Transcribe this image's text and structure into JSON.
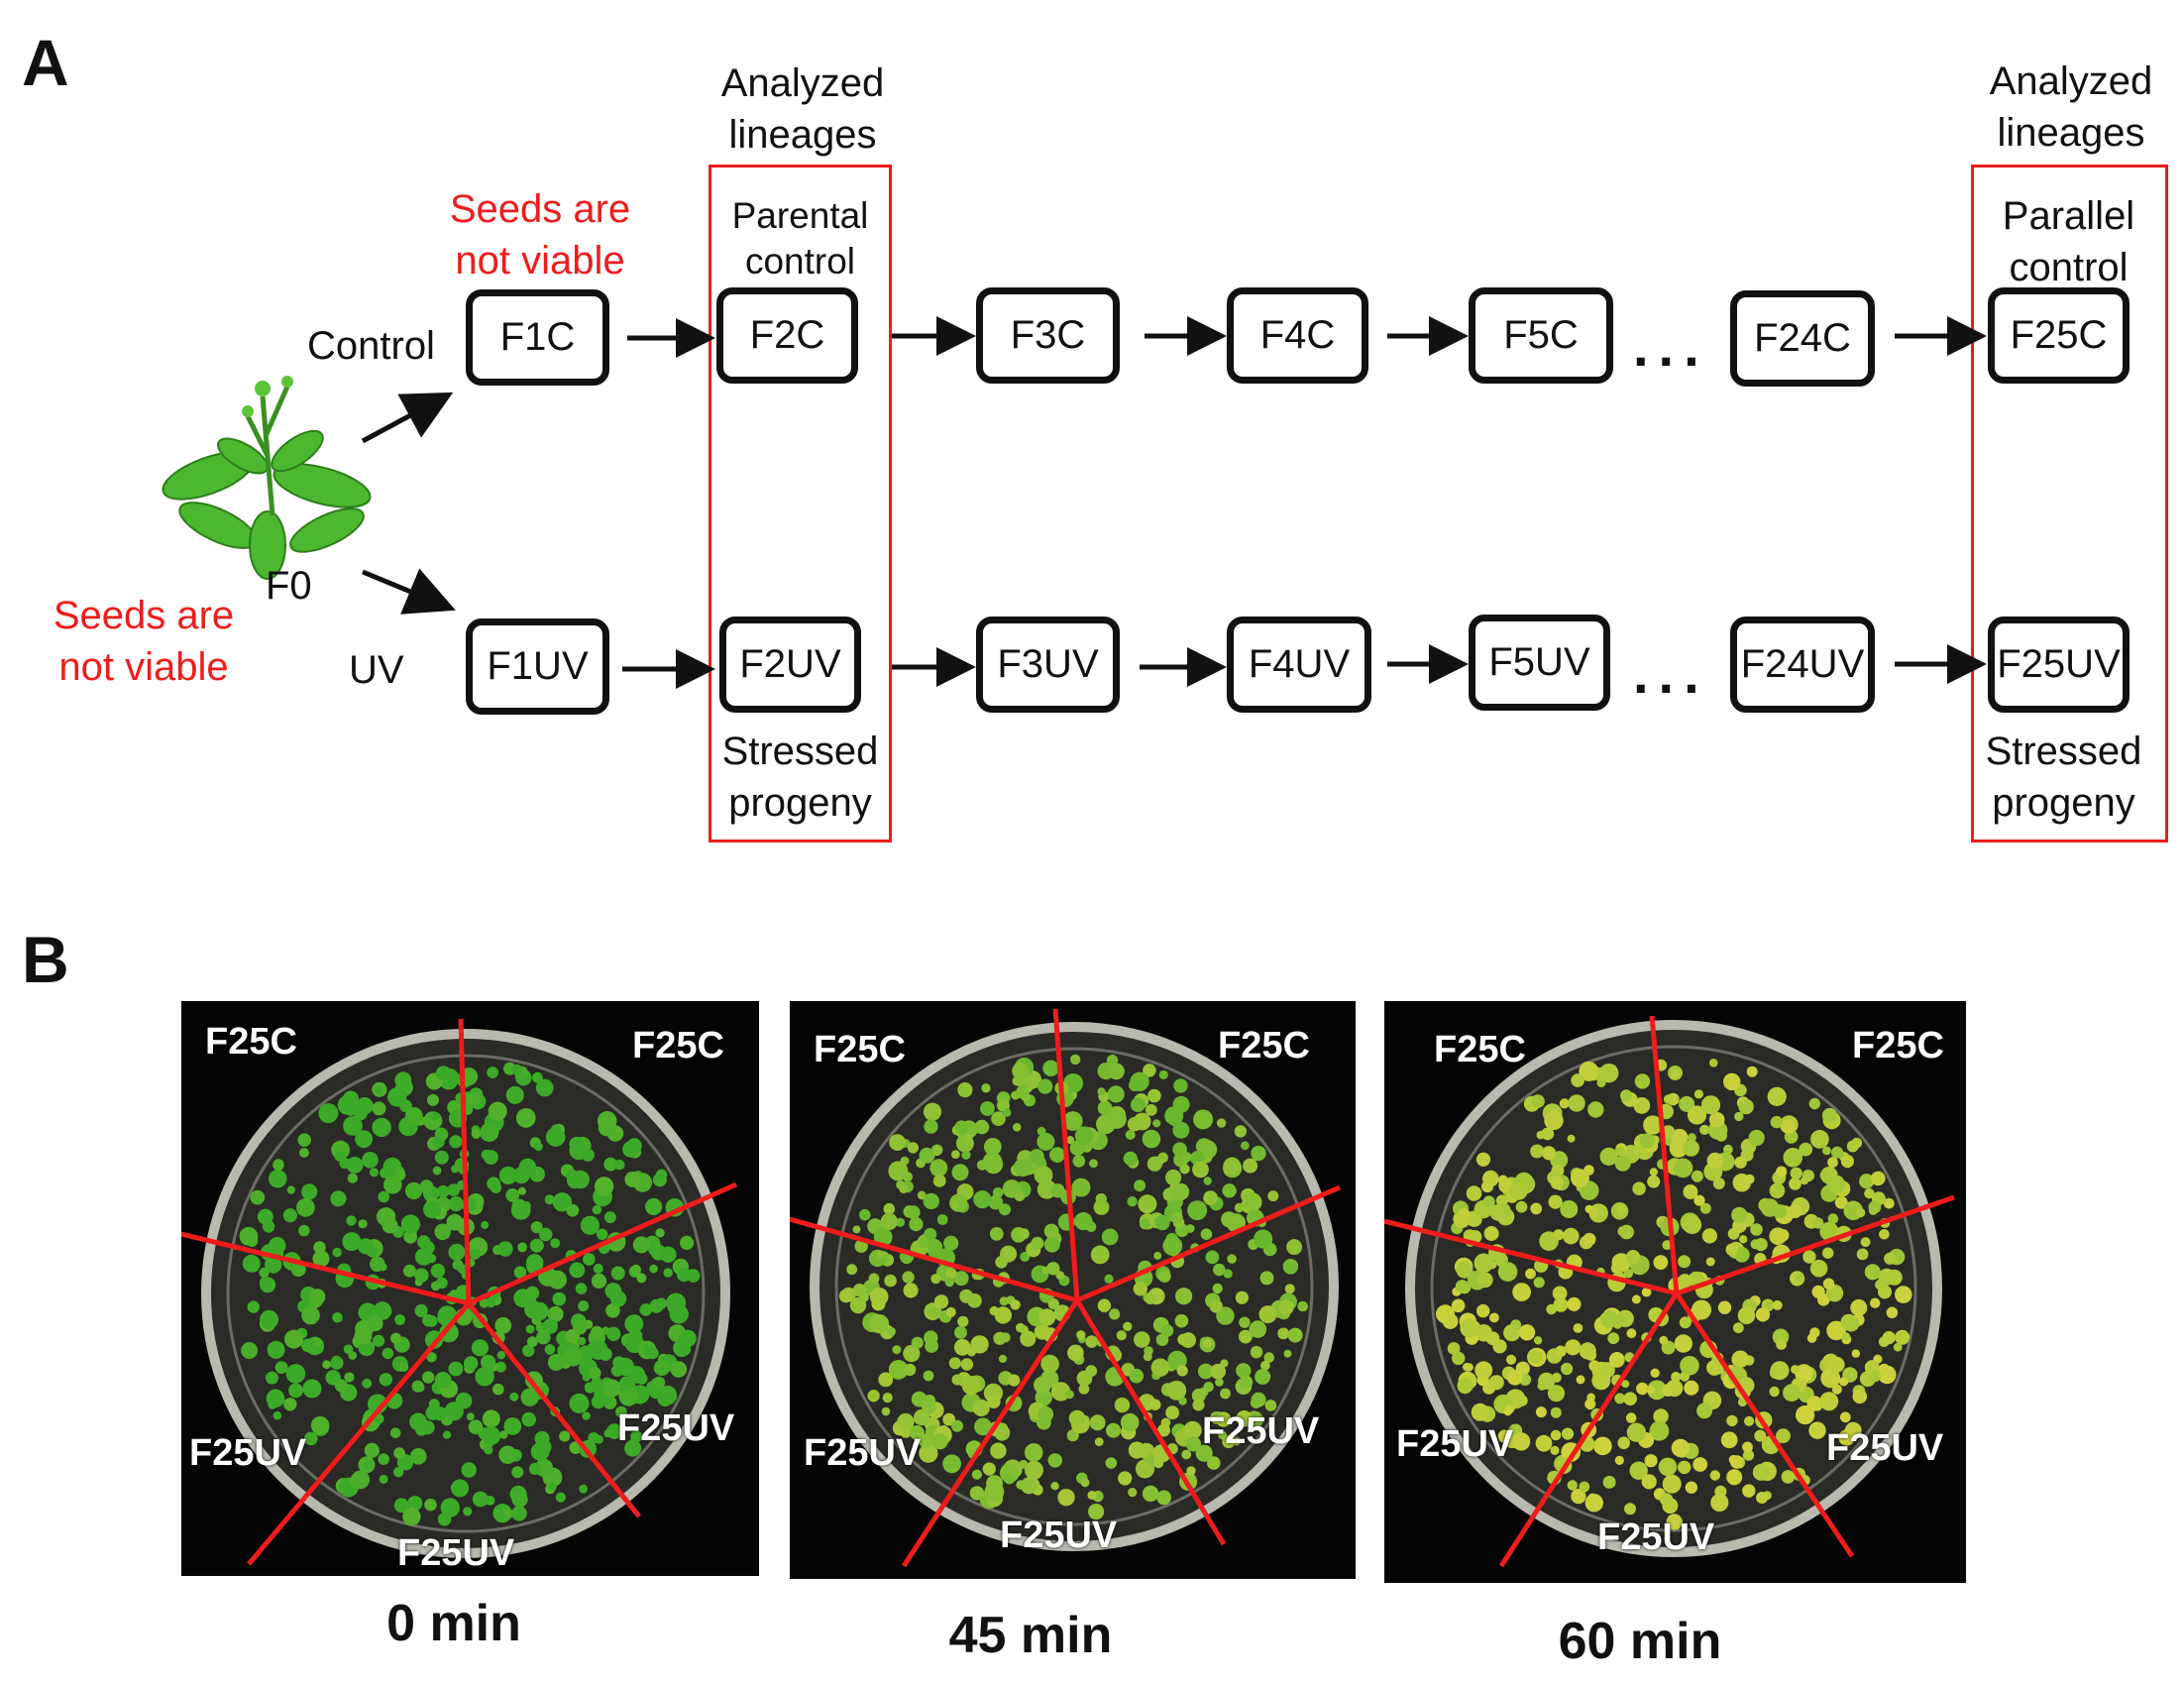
{
  "panelA": {
    "letter": "A",
    "analyzed_left": [
      "Analyzed",
      "lineages"
    ],
    "analyzed_right": [
      "Analyzed",
      "lineages"
    ],
    "seeds_top": [
      "Seeds are",
      "not viable"
    ],
    "seeds_left": [
      "Seeds are",
      "not viable"
    ],
    "row_control": "Control",
    "row_uv": "UV",
    "f0": "F0",
    "parental_control": [
      "Parental",
      "control"
    ],
    "parallel_control": [
      "Parallel",
      "control"
    ],
    "stressed_left": [
      "Stressed",
      "progeny"
    ],
    "stressed_right": [
      "Stressed",
      "progeny"
    ],
    "dots": "...",
    "control_nodes": [
      "F1C",
      "F2C",
      "F3C",
      "F4C",
      "F5C",
      "F24C",
      "F25C"
    ],
    "uv_nodes": [
      "F1UV",
      "F2UV",
      "F3UV",
      "F4UV",
      "F5UV",
      "F24UV",
      "F25UV"
    ]
  },
  "panelB": {
    "letter": "B",
    "plates": [
      {
        "time": "0 min",
        "labels": [
          "F25C",
          "F25C",
          "F25UV",
          "F25UV",
          "F25UV"
        ],
        "greenness": 1.0
      },
      {
        "time": "45 min",
        "labels": [
          "F25C",
          "F25C",
          "F25UV",
          "F25UV",
          "F25UV"
        ],
        "greenness": 0.55
      },
      {
        "time": "60 min",
        "labels": [
          "F25C",
          "F25C",
          "F25UV",
          "F25UV",
          "F25UV"
        ],
        "greenness": 0.2
      }
    ]
  },
  "colors": {
    "highlight": "#ee1c1c",
    "leaf_green": "#3fae2a",
    "leaf_yellow": "#c9d23a"
  }
}
